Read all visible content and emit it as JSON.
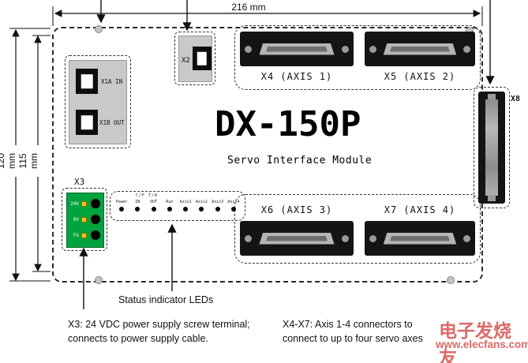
{
  "dimensions": {
    "width": "216 mm",
    "height_outer": "120 mm",
    "height_inner": "115 mm"
  },
  "board": {
    "title": "DX-150P",
    "subtitle": "Servo Interface Module"
  },
  "connectors": {
    "x1a_label": "X1A IN",
    "x1b_label": "X1B OUT",
    "x2_label": "X2",
    "x3_label": "X3",
    "x4_label": "X4 (AXIS 1)",
    "x5_label": "X5 (AXIS 2)",
    "x6_label": "X6 (AXIS 3)",
    "x7_label": "X7 (AXIS 4)",
    "x8_label": "X8"
  },
  "x3_terminal": {
    "pins": [
      "24V",
      "0V",
      "FG"
    ]
  },
  "led_panel": {
    "header": "C/F T/R",
    "labels": [
      "Power",
      "IN",
      "OUT",
      "Run",
      "Axis1",
      "Axis2",
      "Axis3",
      "Axis4"
    ]
  },
  "annotations": {
    "led_caption": "Status indicator LEDs",
    "x3_note_line1": "X3: 24 VDC power supply screw terminal;",
    "x3_note_line2": "connects to power supply cable.",
    "x4x7_note_line1": "X4-X7: Axis 1-4 connectors to",
    "x4x7_note_line2": "connect to up to four servo axes"
  },
  "watermark": {
    "name": "电子发烧友",
    "url": "www.elecfans.com"
  },
  "colors": {
    "terminal_green": "#00a33e",
    "watermark_red": "#dd6a6a"
  }
}
